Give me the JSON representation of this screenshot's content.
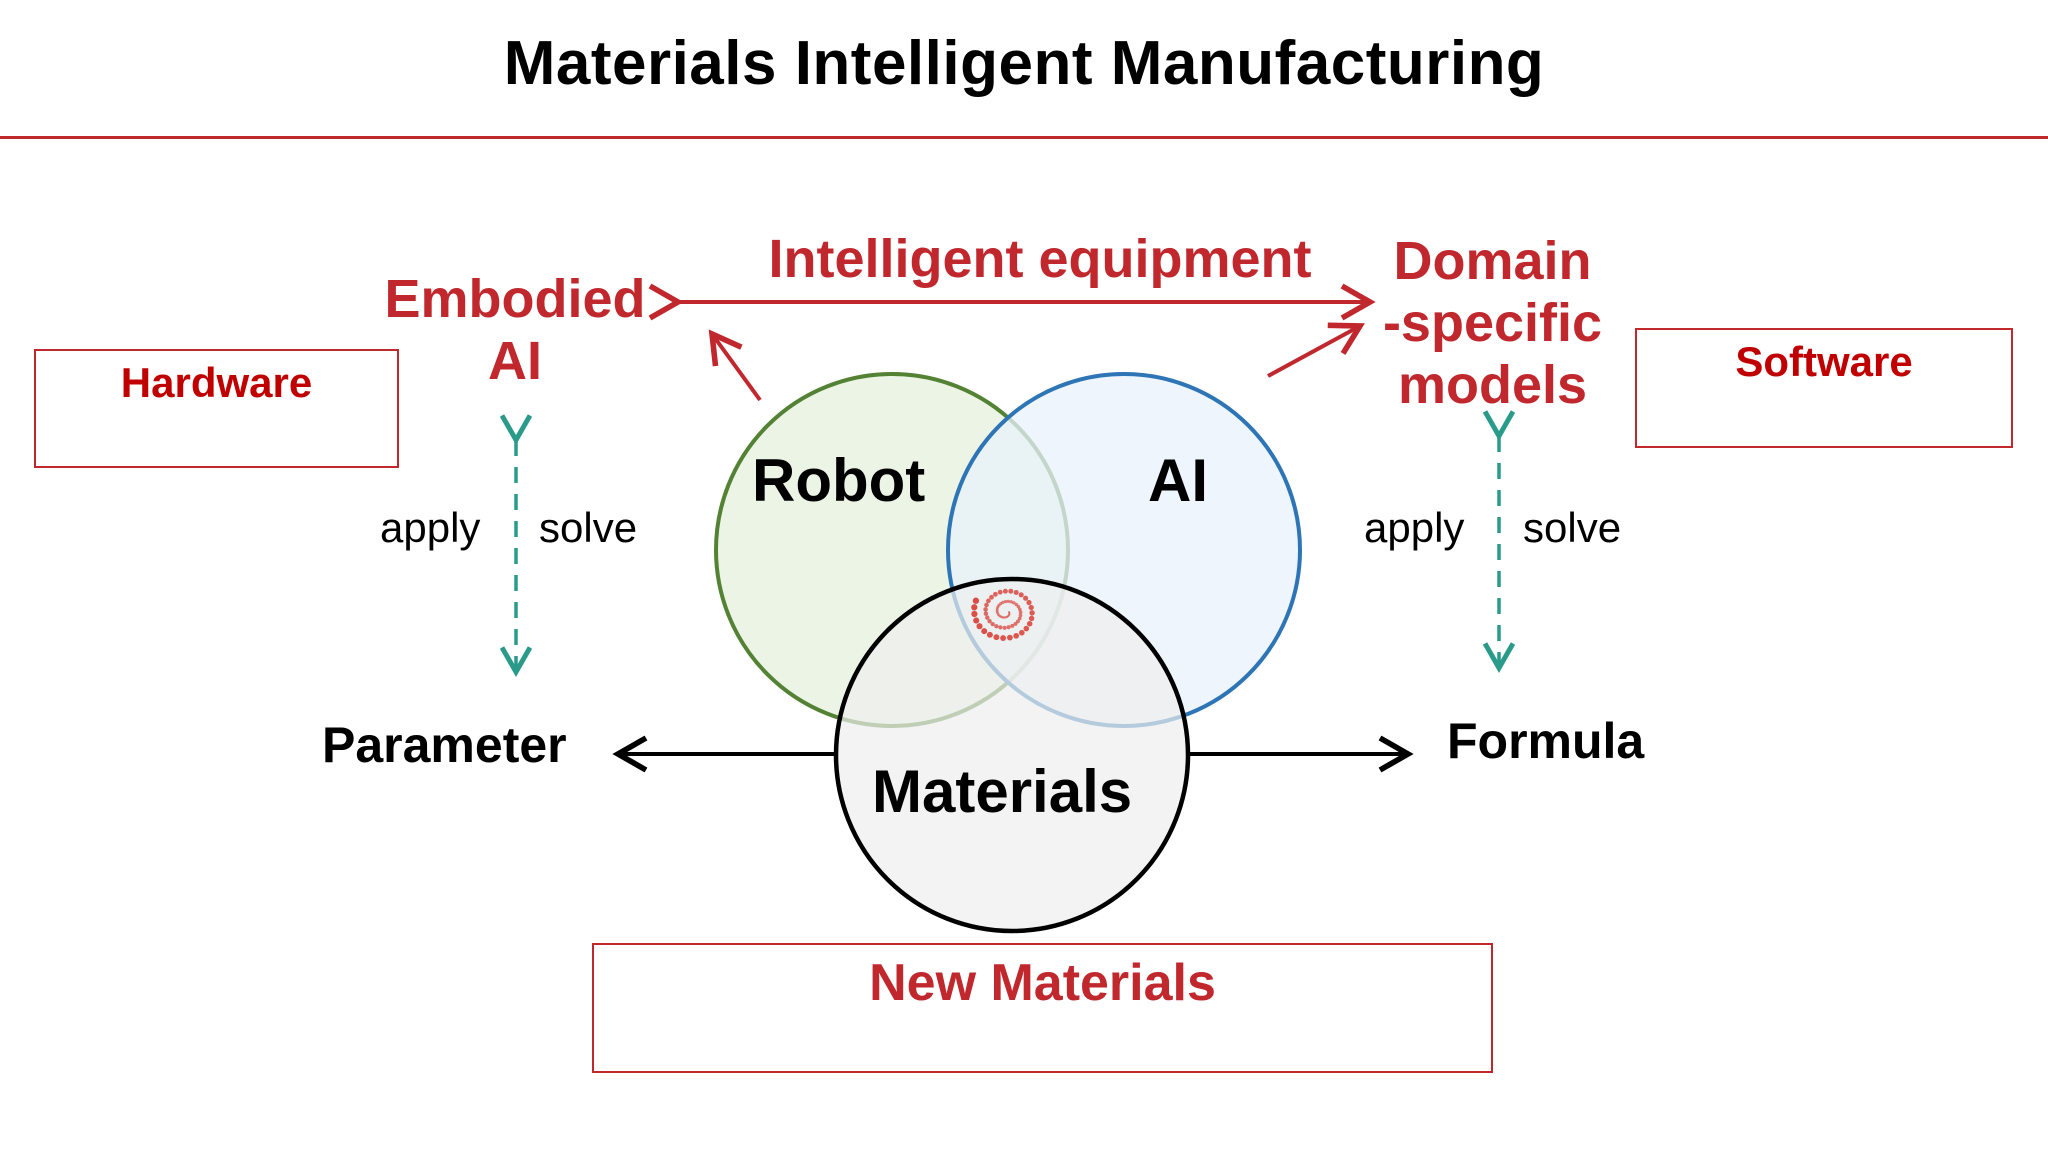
{
  "title": "Materials Intelligent Manufacturing",
  "boxes": {
    "hardware": "Hardware",
    "software": "Software",
    "new_materials": "New Materials"
  },
  "labels": {
    "embodied_ai_line1": "Embodied",
    "embodied_ai_line2": "AI",
    "intelligent_equipment": "Intelligent equipment",
    "domain_line1": "Domain",
    "domain_line2": "-specific",
    "domain_line3": "models",
    "left_apply": "apply",
    "left_solve": "solve",
    "right_apply": "apply",
    "right_solve": "solve",
    "parameter": "Parameter",
    "formula": "Formula"
  },
  "circles": {
    "robot": "Robot",
    "ai": "AI",
    "materials": "Materials"
  },
  "colors": {
    "accent_red": "#c0282d",
    "robot_stroke": "#548235",
    "robot_fill": "#e9f3e1",
    "ai_stroke": "#2e75b6",
    "ai_fill": "#e8f1fb",
    "materials_stroke": "#000000",
    "materials_fill": "#eeeeee",
    "teal_arrow": "#2a9a8a"
  }
}
